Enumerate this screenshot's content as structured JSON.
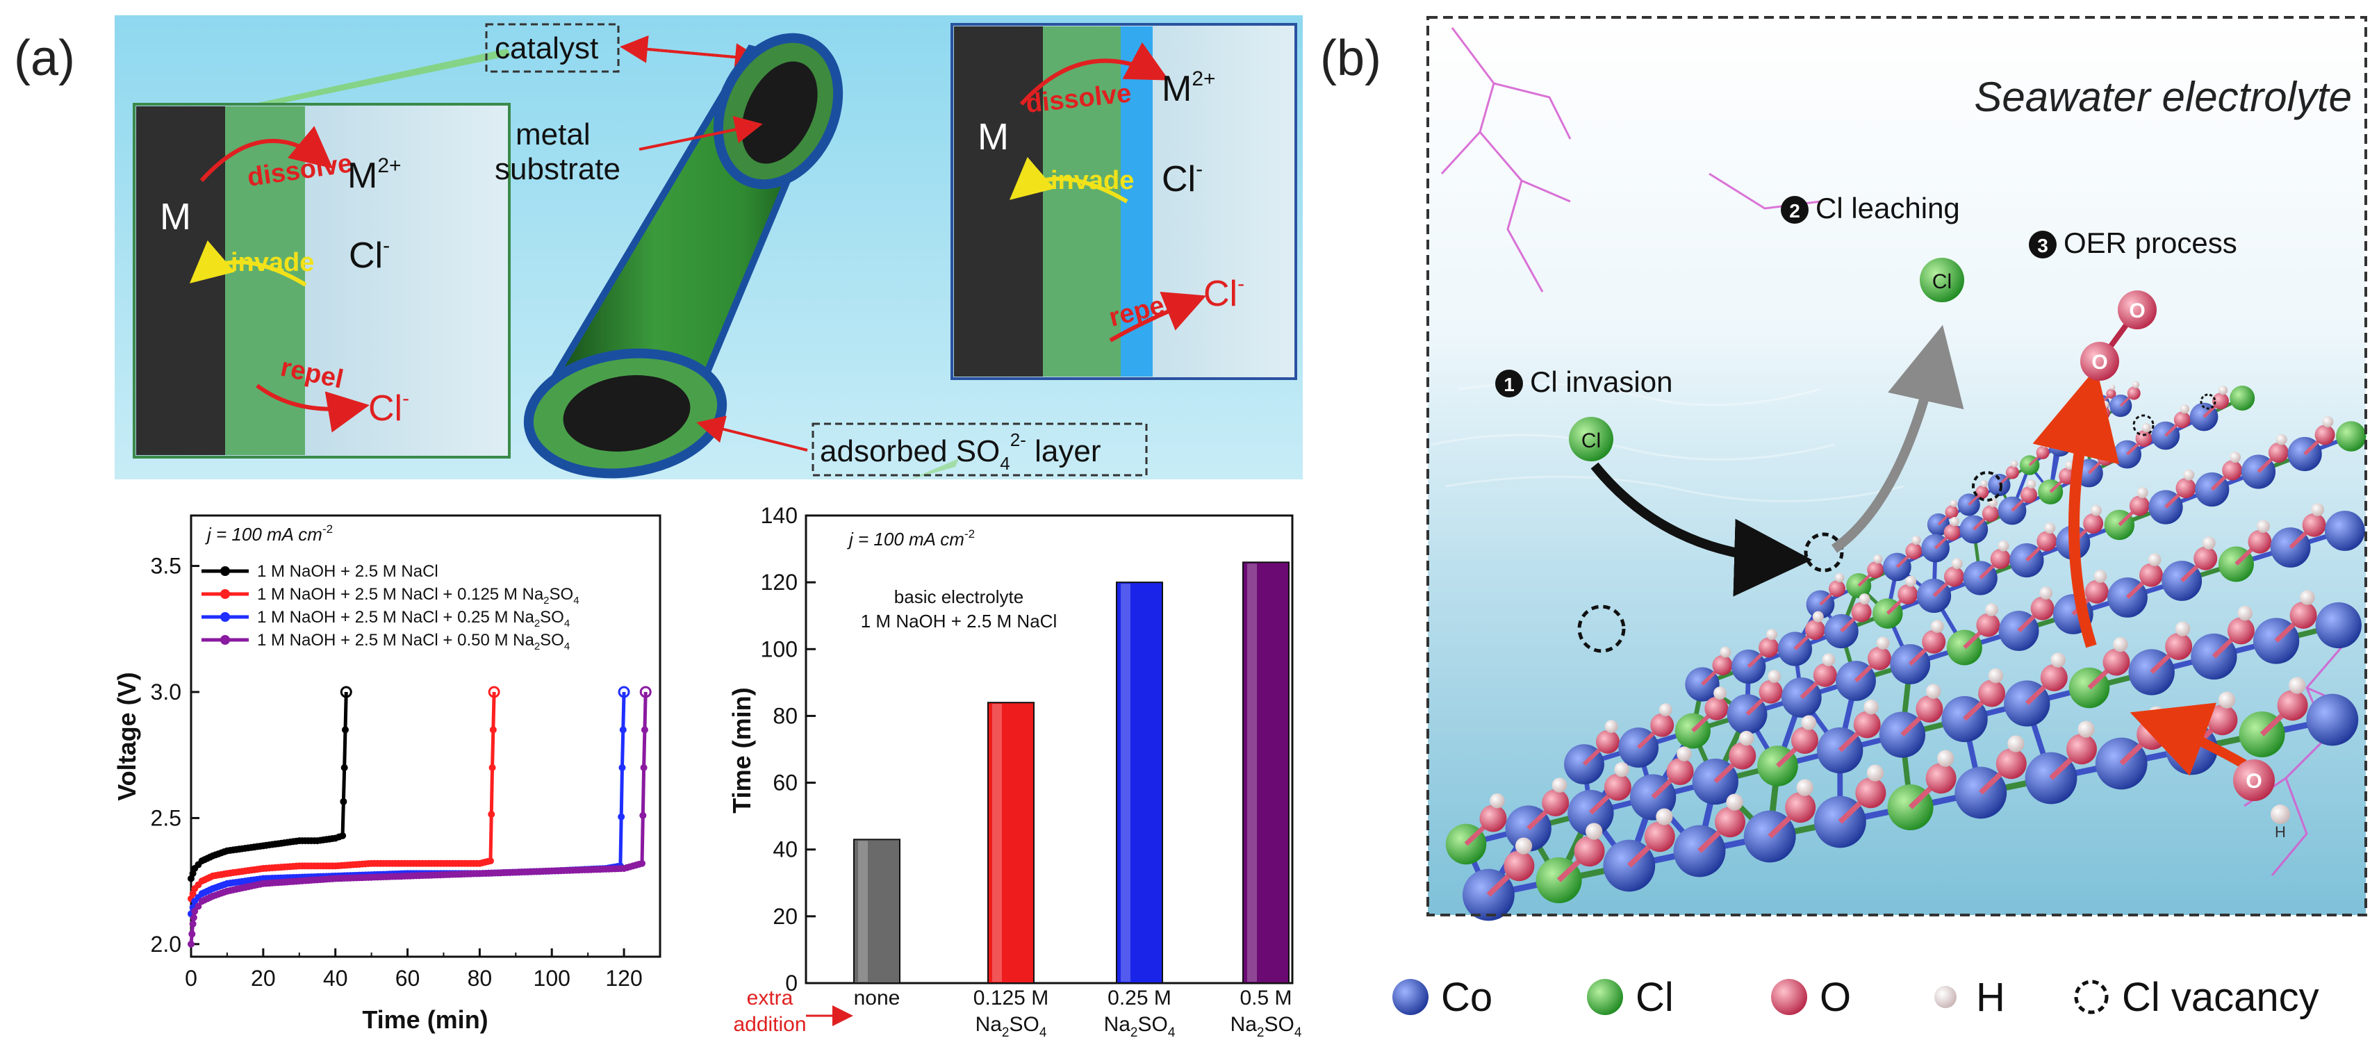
{
  "panel_a": {
    "label": "(a)",
    "diagram": {
      "catalyst": "catalyst",
      "metal_substrate_1": "metal",
      "metal_substrate_2": "substrate",
      "adsorbed_layer": "adsorbed SO",
      "adsorbed_layer_sub": "4",
      "adsorbed_layer_sup": "2-",
      "adsorbed_layer_end": " layer",
      "left_inset": {
        "metal": "M",
        "dissolve": "dissolve",
        "ion_m": "M",
        "ion_m_sup": "2+",
        "invade": "invade",
        "ion_cl": "Cl",
        "ion_cl_sup": "-",
        "repel": "repel",
        "ion_cl2": "Cl",
        "ion_cl2_sup": "-"
      },
      "right_inset": {
        "metal": "M",
        "dissolve": "dissolve",
        "ion_m": "M",
        "ion_m_sup": "2+",
        "invade": "invade",
        "ion_cl": "Cl",
        "ion_cl_sup": "-",
        "repel": "repel",
        "ion_cl2": "Cl",
        "ion_cl2_sup": "-"
      }
    },
    "line_chart": {
      "condition": "j = 100 mA cm",
      "condition_sup": "-2",
      "xlabel": "Time (min)",
      "ylabel": "Voltage (V)",
      "x_ticks": [
        "0",
        "20",
        "40",
        "60",
        "80",
        "100",
        "120"
      ],
      "y_ticks": [
        "2.0",
        "2.5",
        "3.0",
        "3.5"
      ],
      "legend": [
        {
          "name": "1 M NaOH + 2.5 M NaCl",
          "color": "#000000"
        },
        {
          "name": "1 M NaOH + 2.5 M NaCl + 0.125 M Na",
          "sub": "2",
          "mid": "SO",
          "sub2": "4",
          "color": "#ff2020"
        },
        {
          "name": "1 M NaOH + 2.5 M NaCl + 0.25 M Na",
          "sub": "2",
          "mid": "SO",
          "sub2": "4",
          "color": "#1f2fff"
        },
        {
          "name": "1 M NaOH + 2.5 M NaCl + 0.50 M Na",
          "sub": "2",
          "mid": "SO",
          "sub2": "4",
          "color": "#8a1aa0"
        }
      ]
    },
    "bar_chart": {
      "condition": "j = 100 mA cm",
      "condition_sup": "-2",
      "note_1": "basic electrolyte",
      "note_2": "1 M NaOH + 2.5 M NaCl",
      "ylabel": "Time (min)",
      "y_ticks": [
        "0",
        "20",
        "40",
        "60",
        "80",
        "100",
        "120",
        "140"
      ],
      "extra_1": "extra",
      "extra_2": "addition",
      "categories": [
        {
          "l1": "none",
          "l2": ""
        },
        {
          "l1": "0.125 M",
          "l2": "Na",
          "s1": "2",
          "m": "SO",
          "s2": "4"
        },
        {
          "l1": "0.25 M",
          "l2": "Na",
          "s1": "2",
          "m": "SO",
          "s2": "4"
        },
        {
          "l1": "0.5 M",
          "l2": "Na",
          "s1": "2",
          "m": "SO",
          "s2": "4"
        }
      ]
    }
  },
  "panel_b": {
    "label": "(b)",
    "title": "Seawater electrolyte",
    "step1_num": "1",
    "step1": "Cl  invasion",
    "step2_num": "2",
    "step2": "Cl  leaching",
    "step3_num": "3",
    "step3": "OER process",
    "atom_cl": "Cl",
    "atom_o": "O",
    "atom_h": "H",
    "legend": [
      {
        "label": "Co",
        "color": "#2f4fcf"
      },
      {
        "label": "Cl",
        "color": "#3fb83f"
      },
      {
        "label": "O",
        "color": "#e05070"
      },
      {
        "label": "H",
        "color": "#f3e0e0"
      },
      {
        "label": "Cl vacancy",
        "color": "none"
      }
    ]
  },
  "chart_data": [
    {
      "type": "line",
      "title": "",
      "xlabel": "Time (min)",
      "ylabel": "Voltage (V)",
      "xlim": [
        0,
        130
      ],
      "ylim": [
        1.95,
        3.7
      ],
      "series": [
        {
          "name": "1 M NaOH + 2.5 M NaCl",
          "color": "#000000",
          "x": [
            0,
            1,
            3,
            6,
            10,
            15,
            20,
            25,
            30,
            35,
            40,
            42,
            42.5,
            43
          ],
          "y": [
            2.26,
            2.3,
            2.33,
            2.35,
            2.37,
            2.38,
            2.39,
            2.4,
            2.41,
            2.41,
            2.42,
            2.43,
            2.7,
            3.0
          ]
        },
        {
          "name": "1 M NaOH + 2.5 M NaCl + 0.125 M Na2SO4",
          "color": "#ff2020",
          "x": [
            0,
            1,
            3,
            6,
            10,
            20,
            30,
            40,
            50,
            60,
            70,
            80,
            83,
            83.5,
            84
          ],
          "y": [
            2.18,
            2.22,
            2.25,
            2.27,
            2.28,
            2.3,
            2.31,
            2.31,
            2.32,
            2.32,
            2.32,
            2.32,
            2.33,
            2.7,
            3.0
          ]
        },
        {
          "name": "1 M NaOH + 2.5 M NaCl + 0.25 M Na2SO4",
          "color": "#1f2fff",
          "x": [
            0,
            1,
            3,
            6,
            10,
            20,
            40,
            60,
            80,
            100,
            115,
            119,
            119.5,
            120
          ],
          "y": [
            2.12,
            2.17,
            2.2,
            2.22,
            2.24,
            2.26,
            2.27,
            2.28,
            2.28,
            2.29,
            2.3,
            2.31,
            2.7,
            3.0
          ]
        },
        {
          "name": "1 M NaOH + 2.5 M NaCl + 0.50 M Na2SO4",
          "color": "#8a1aa0",
          "x": [
            0,
            0.5,
            1,
            3,
            6,
            10,
            20,
            40,
            60,
            80,
            100,
            120,
            125,
            125.5,
            126
          ],
          "y": [
            2.0,
            2.08,
            2.13,
            2.17,
            2.19,
            2.21,
            2.24,
            2.26,
            2.27,
            2.28,
            2.29,
            2.3,
            2.32,
            2.7,
            3.0
          ]
        }
      ]
    },
    {
      "type": "bar",
      "title": "",
      "xlabel": "",
      "ylabel": "Time (min)",
      "ylim": [
        0,
        140
      ],
      "categories": [
        "none",
        "0.125 M Na2SO4",
        "0.25 M Na2SO4",
        "0.5 M Na2SO4"
      ],
      "values": [
        43,
        84,
        120,
        126
      ],
      "colors": [
        "#6a6a6a",
        "#ee1c1c",
        "#1a24e8",
        "#6a0a72"
      ]
    }
  ]
}
